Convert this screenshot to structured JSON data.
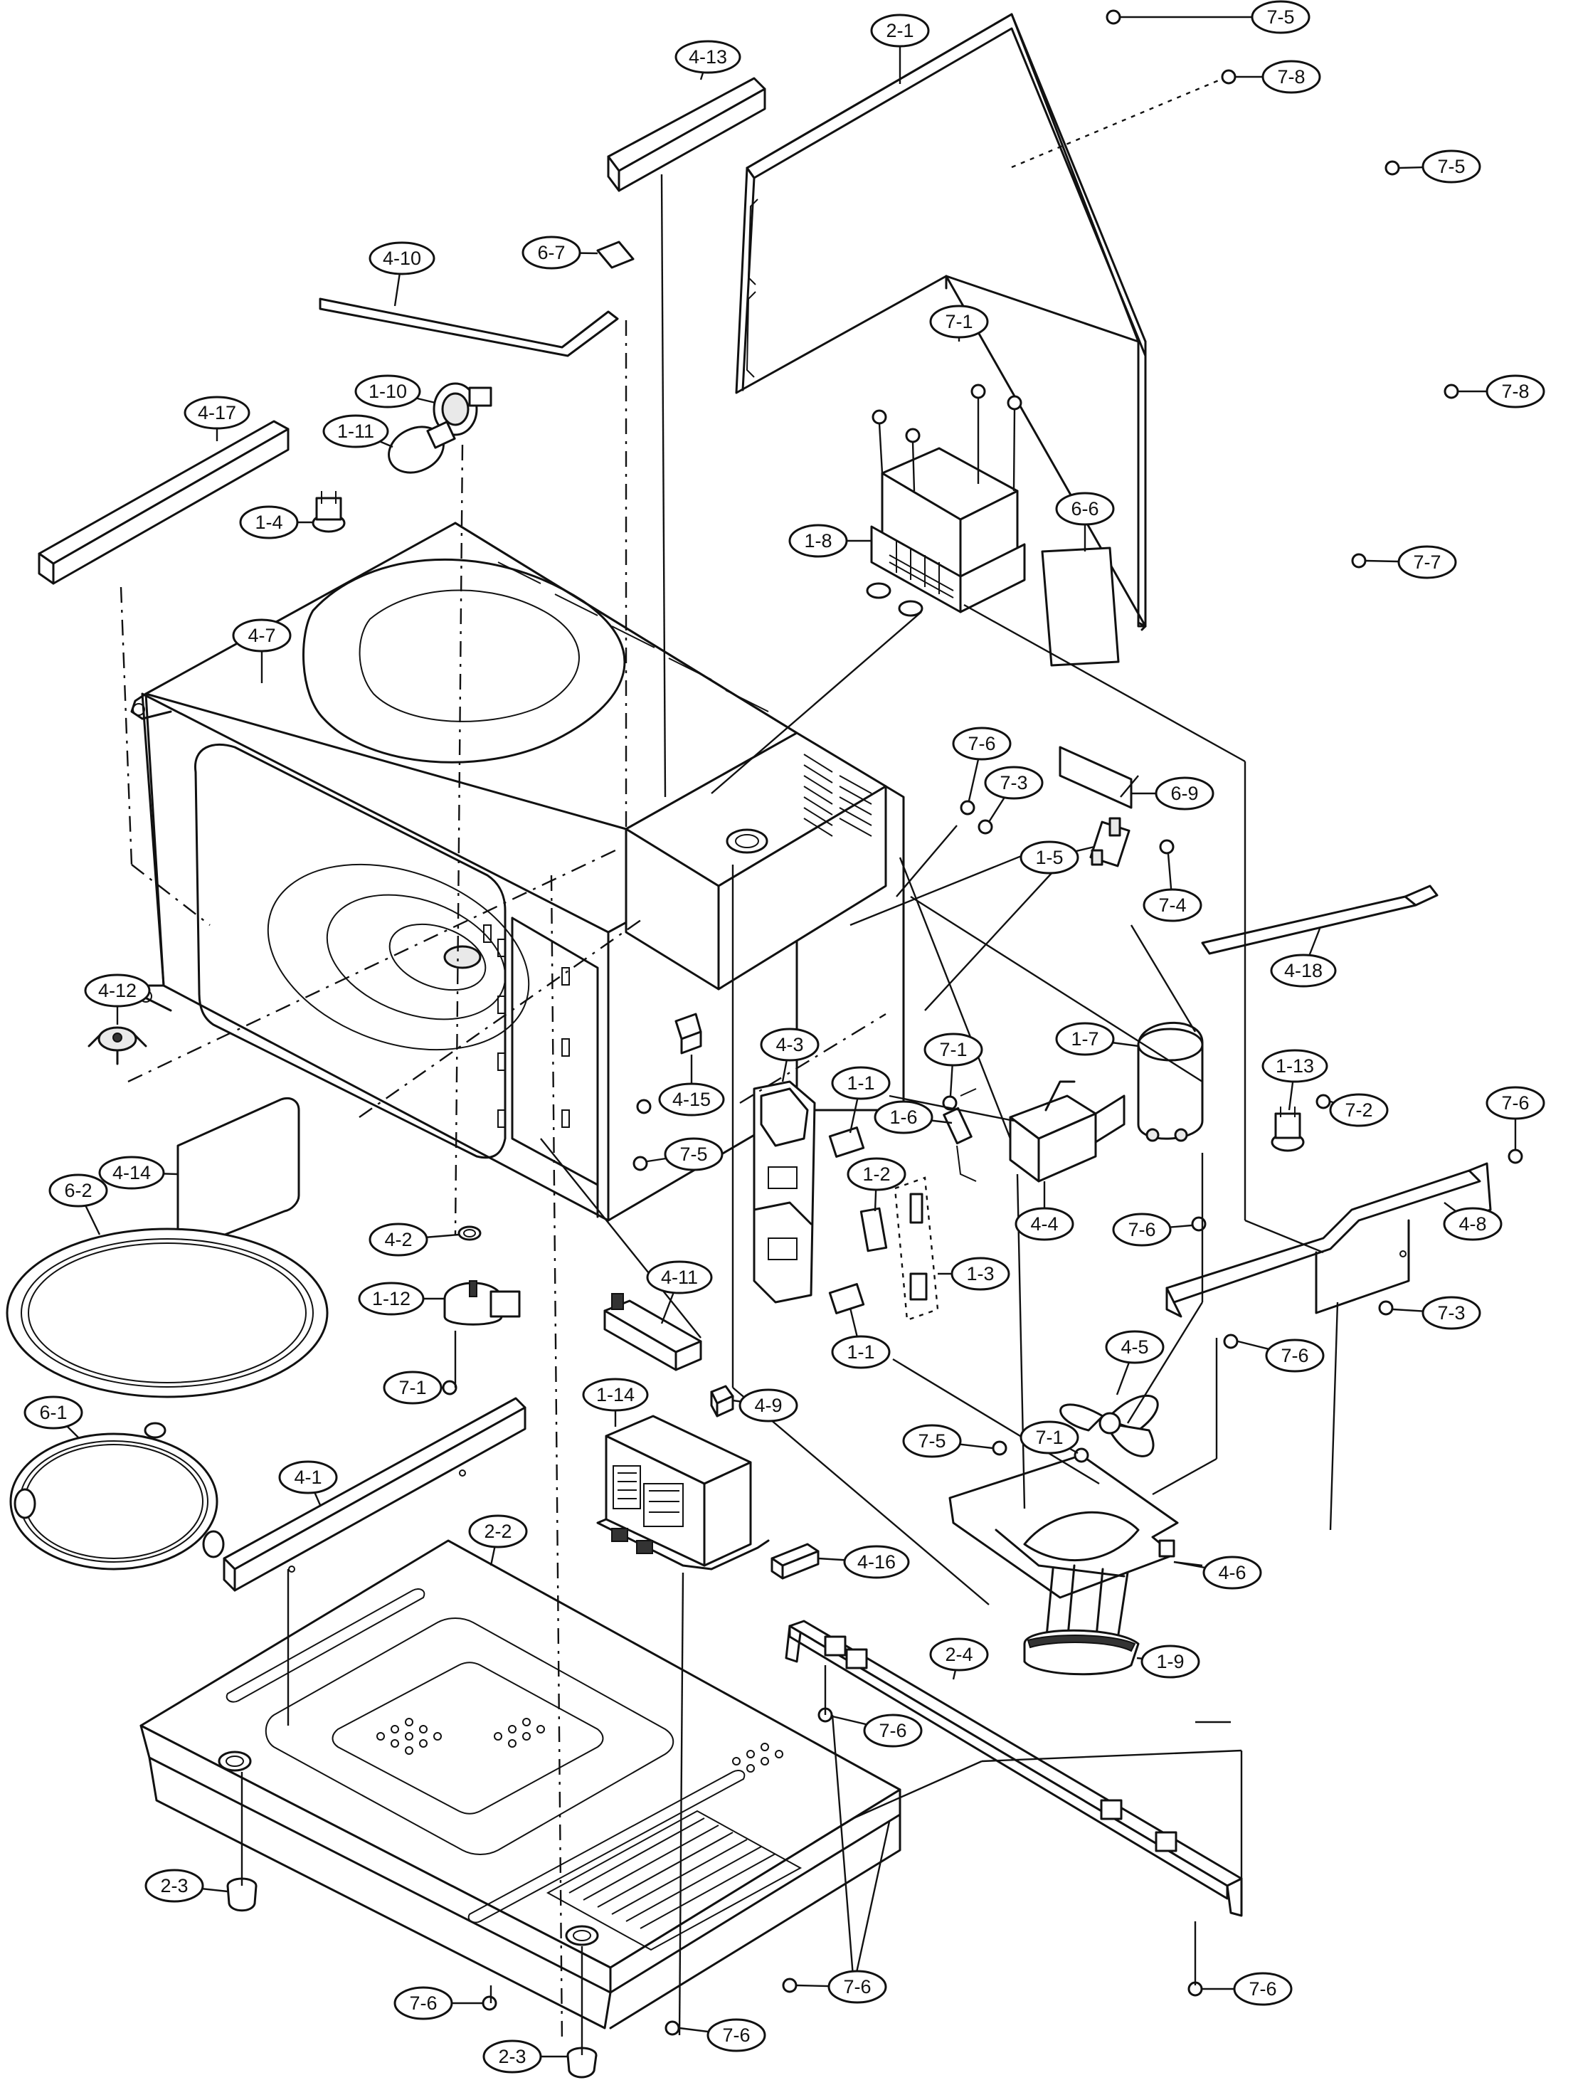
{
  "labels": [
    {
      "id": "2-1",
      "text": "2-1"
    },
    {
      "id": "7-5a",
      "text": "7-5"
    },
    {
      "id": "7-8a",
      "text": "7-8"
    },
    {
      "id": "7-5b",
      "text": "7-5"
    },
    {
      "id": "7-8b",
      "text": "7-8"
    },
    {
      "id": "7-7",
      "text": "7-7"
    },
    {
      "id": "4-13",
      "text": "4-13"
    },
    {
      "id": "6-7",
      "text": "6-7"
    },
    {
      "id": "4-10",
      "text": "4-10"
    },
    {
      "id": "1-10",
      "text": "1-10"
    },
    {
      "id": "1-11",
      "text": "1-11"
    },
    {
      "id": "4-17",
      "text": "4-17"
    },
    {
      "id": "1-4",
      "text": "1-4"
    },
    {
      "id": "7-1a",
      "text": "7-1"
    },
    {
      "id": "1-8",
      "text": "1-8"
    },
    {
      "id": "6-6",
      "text": "6-6"
    },
    {
      "id": "4-7",
      "text": "4-7"
    },
    {
      "id": "7-6a",
      "text": "7-6"
    },
    {
      "id": "7-3a",
      "text": "7-3"
    },
    {
      "id": "6-9",
      "text": "6-9"
    },
    {
      "id": "1-5",
      "text": "1-5"
    },
    {
      "id": "7-4",
      "text": "7-4"
    },
    {
      "id": "4-18",
      "text": "4-18"
    },
    {
      "id": "4-12",
      "text": "4-12"
    },
    {
      "id": "4-15",
      "text": "4-15"
    },
    {
      "id": "4-3",
      "text": "4-3"
    },
    {
      "id": "1-1a",
      "text": "1-1"
    },
    {
      "id": "7-1b",
      "text": "7-1"
    },
    {
      "id": "1-6",
      "text": "1-6"
    },
    {
      "id": "1-7",
      "text": "1-7"
    },
    {
      "id": "1-13",
      "text": "1-13"
    },
    {
      "id": "7-2",
      "text": "7-2"
    },
    {
      "id": "7-6b",
      "text": "7-6"
    },
    {
      "id": "4-14",
      "text": "4-14"
    },
    {
      "id": "7-5c",
      "text": "7-5"
    },
    {
      "id": "1-2",
      "text": "1-2"
    },
    {
      "id": "4-4",
      "text": "4-4"
    },
    {
      "id": "4-8",
      "text": "4-8"
    },
    {
      "id": "6-2",
      "text": "6-2"
    },
    {
      "id": "4-2",
      "text": "4-2"
    },
    {
      "id": "7-6c",
      "text": "7-6"
    },
    {
      "id": "1-3",
      "text": "1-3"
    },
    {
      "id": "1-12",
      "text": "1-12"
    },
    {
      "id": "4-11",
      "text": "4-11"
    },
    {
      "id": "1-1b",
      "text": "1-1"
    },
    {
      "id": "7-3b",
      "text": "7-3"
    },
    {
      "id": "7-6d",
      "text": "7-6"
    },
    {
      "id": "4-5",
      "text": "4-5"
    },
    {
      "id": "7-1c",
      "text": "7-1"
    },
    {
      "id": "1-14",
      "text": "1-14"
    },
    {
      "id": "4-9",
      "text": "4-9"
    },
    {
      "id": "6-1",
      "text": "6-1"
    },
    {
      "id": "7-5d",
      "text": "7-5"
    },
    {
      "id": "7-1d",
      "text": "7-1"
    },
    {
      "id": "4-1",
      "text": "4-1"
    },
    {
      "id": "2-2",
      "text": "2-2"
    },
    {
      "id": "4-16",
      "text": "4-16"
    },
    {
      "id": "4-6",
      "text": "4-6"
    },
    {
      "id": "1-9",
      "text": "1-9"
    },
    {
      "id": "2-4",
      "text": "2-4"
    },
    {
      "id": "7-6e",
      "text": "7-6"
    },
    {
      "id": "2-3a",
      "text": "2-3"
    },
    {
      "id": "7-6f",
      "text": "7-6"
    },
    {
      "id": "7-6g",
      "text": "7-6"
    },
    {
      "id": "7-6h",
      "text": "7-6"
    },
    {
      "id": "2-3b",
      "text": "2-3"
    },
    {
      "id": "7-6i",
      "text": "7-6"
    }
  ]
}
